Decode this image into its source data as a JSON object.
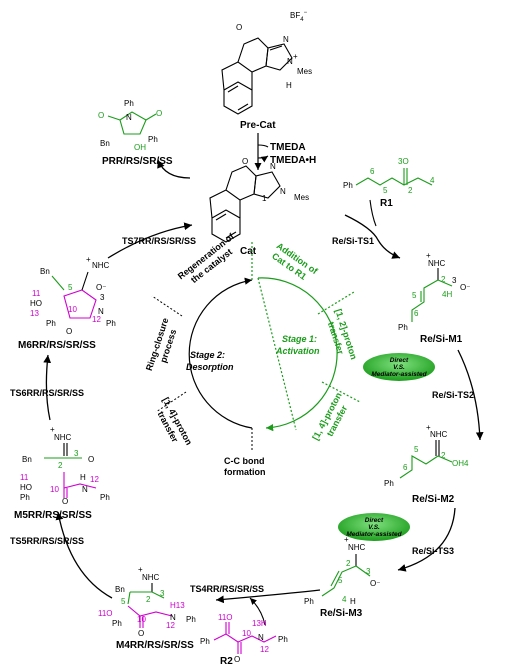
{
  "precat": {
    "label": "Pre-Cat",
    "anion": "BF",
    "anion_sub": "4",
    "anion_charge": "−",
    "mes": "Mes",
    "n_plus": "N",
    "h": "H"
  },
  "tmeda": {
    "reagent": "TMEDA",
    "product": "TMEDA•H"
  },
  "cat": {
    "label": "Cat",
    "mes": "Mes",
    "n": "N",
    "num1": "1"
  },
  "product": {
    "label": "PRR/RS/SR/SS",
    "ph": "Ph",
    "bn": "Bn",
    "oh": "OH",
    "n": "N",
    "ph2": "Ph"
  },
  "r1": {
    "label": "R1",
    "ph": "Ph",
    "o": "3O",
    "n4": "4",
    "n2": "2",
    "n5": "5",
    "n6": "6"
  },
  "r2": {
    "label": "R2",
    "o11": "11O",
    "nh": "13H",
    "n10": "10",
    "n12": "12",
    "ph": "Ph",
    "ph2": "Ph",
    "n": "N",
    "o": "O"
  },
  "ts": {
    "ts1": "Re/Si-TS1",
    "ts2": "Re/Si-TS2",
    "ts3": "Re/Si-TS3",
    "ts4": "TS4RR/RS/SR/SS",
    "ts5": "TS5RR/RS/SR/SS",
    "ts6": "TS6RR/RS/SR/SS",
    "ts7": "TS7RR/RS/SR/SS"
  },
  "intermediates": {
    "m1": "Re/Si-M1",
    "m2": "Re/Si-M2",
    "m3": "Re/Si-M3",
    "m4": "M4RR/RS/SR/SS",
    "m5": "M5RR/RS/SR/SS",
    "m6": "M6RR/RS/SR/SS"
  },
  "pill": {
    "line1": "Direct",
    "line2": "V.S.",
    "line3": "Mediator-assisted"
  },
  "cycle": {
    "stage1_line1": "Stage 1:",
    "stage1_line2": "Activation",
    "stage2_line1": "Stage 2:",
    "stage2_line2": "Desorption",
    "steps": {
      "addition_line1": "Addition of",
      "addition_line2": "Cat to R1",
      "proton12_line1": "[1, 2]-proton",
      "proton12_line2": "transfer",
      "proton14a_line1": "[1, 4]-proton",
      "proton14a_line2": "transfer",
      "cc_line1": "C-C bond",
      "cc_line2": "formation",
      "proton14b_line1": "[1, 4]-proton",
      "proton14b_line2": "transfer",
      "ring_line1": "Ring-closure",
      "ring_line2": "process",
      "regen_line1": "Regeneration of",
      "regen_line2": "the catalyst"
    }
  },
  "atoms": {
    "nhc": "NHC",
    "plus": "+",
    "o_minus": "O⁻",
    "oh4": "OH4",
    "h4": "4H",
    "bn": "Bn",
    "ph": "Ph",
    "n": "N",
    "o": "O",
    "ho": "HO",
    "h": "H",
    "n13": "13",
    "n12": "12",
    "n11": "11",
    "n10": "10",
    "n5": "5",
    "n2": "2",
    "n3": "3",
    "n6": "6",
    "n4": "4",
    "h13": "H13",
    "o11": "11O",
    "num3": "3",
    "num2": "2"
  },
  "colors": {
    "green": "#1a9c1a",
    "magenta": "#d000d0",
    "pill": "#2fbf2f"
  }
}
